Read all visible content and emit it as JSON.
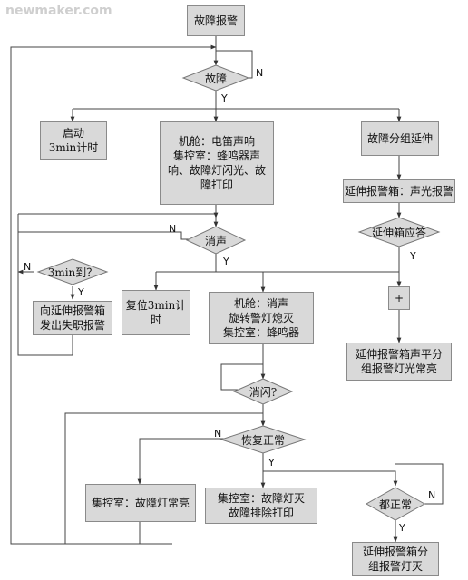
{
  "watermark": "newmaker.com",
  "nodes": {
    "start": "故障报警",
    "fault": "故障",
    "start_timer": "启动\n3min计时",
    "engine_room_alarm": "机舱：电笛声响\n集控室：蜂鸣器声\n响、故障灯闪光、故\n障打印",
    "fault_group_extend": "故障分组延伸",
    "ext_alarm_box": "延伸报警箱：声光报警",
    "ext_box_ack": "延伸箱应答",
    "silence": "消声",
    "three_min": "3min到？",
    "duty_alarm": "向延伸报警箱\n发出失职报警",
    "reset_timer": "复位3min计时",
    "engine_silence": "机舱：消声\n旋转警灯熄灭\n集控室：蜂鸣器",
    "plus": "+",
    "ext_steady": "延伸报警箱声平分\n组报警灯光常亮",
    "flash_off": "消闪?",
    "recover": "恢复正常",
    "fault_light_on": "集控室：故障灯常亮",
    "fault_clear_print": "集控室：故障灯灭\n故障排除打印",
    "all_normal": "都正常",
    "ext_lights_off": "延伸报警箱分\n组报警灯灭"
  },
  "labels": {
    "yes": "Y",
    "no": "N"
  }
}
